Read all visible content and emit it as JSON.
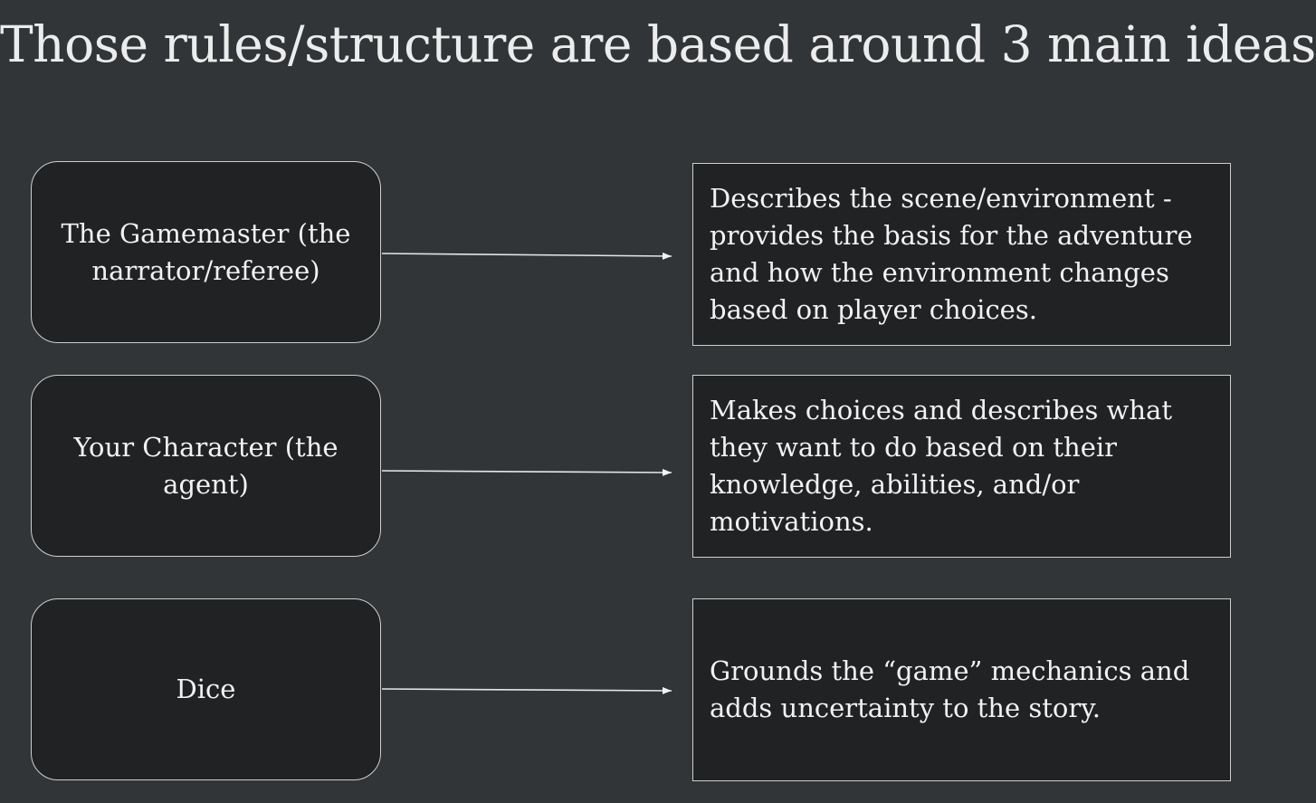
{
  "title": "Those rules/structure are based around 3 main ideas",
  "rows": [
    {
      "label": "The Gamemaster (the narrator/referee)",
      "description": "Describes the scene/environment - provides the basis for the adventure and how the environment changes based on player choices."
    },
    {
      "label": "Your Character (the agent)",
      "description": "Makes choices and describes what they want to do based on their knowledge, abilities, and/or motivations."
    },
    {
      "label": "Dice",
      "description": "Grounds the “game” mechanics and adds uncertainty to the story."
    }
  ],
  "colors": {
    "background": "#313538",
    "box_fill": "#202224",
    "border": "#cfcfcb",
    "text": "#f2f2f2"
  }
}
